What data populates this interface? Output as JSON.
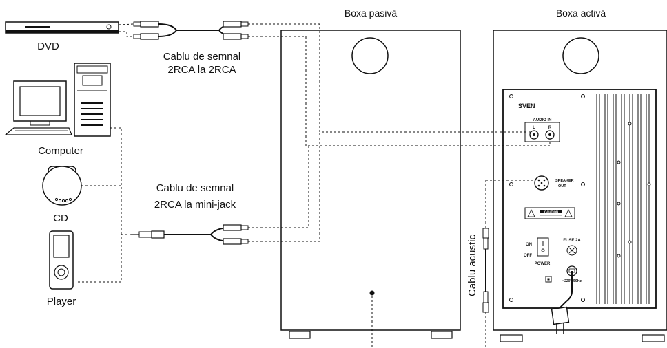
{
  "labels": {
    "passive_speaker": "Boxa pasivă",
    "active_speaker": "Boxa activă",
    "dvd": "DVD",
    "computer": "Computer",
    "cd": "CD",
    "player": "Player",
    "cable_rca_line1": "Cablu de semnal",
    "cable_rca_line2": "2RCA la 2RCA",
    "cable_mj_line1": "Cablu de semnal",
    "cable_mj_line2": "2RCA la mini-jack",
    "speaker_cable": "Cablu acustic"
  },
  "panel": {
    "brand": "SVEN",
    "audio_in": "AUDIO IN",
    "audio_in_l": "L",
    "audio_in_r": "R",
    "speaker_out_line1": "SPEAKER",
    "speaker_out_line2": "OUT",
    "caution": "CAUTION",
    "on": "ON",
    "off": "OFF",
    "power": "POWER",
    "fuse": "FUSE 2A",
    "mains": "~220V/50Hz"
  }
}
